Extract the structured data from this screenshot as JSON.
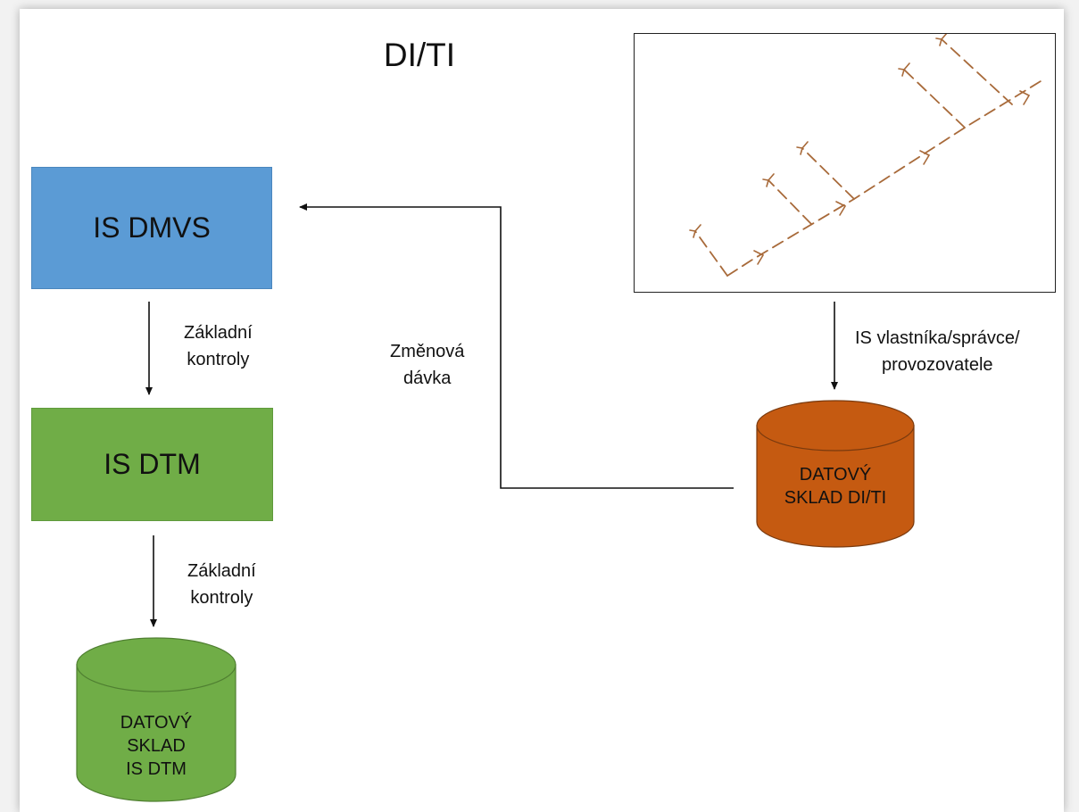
{
  "title": "DI/TI",
  "is_dmvs": {
    "label": "IS DMVS",
    "color": "#5b9bd5"
  },
  "is_dtm": {
    "label": "IS DTM",
    "color": "#70ad47"
  },
  "checks_1": {
    "line1": "Základní",
    "line2": "kontroly"
  },
  "checks_2": {
    "line1": "Základní",
    "line2": "kontroly"
  },
  "change_batch": {
    "line1": "Změnová",
    "line2": "dávka"
  },
  "owner_is": {
    "line1": "IS vlastníka/správce/",
    "line2": "provozovatele"
  },
  "warehouse_diti": {
    "line1": "DATOVÝ",
    "line2": "SKLAD DI/TI",
    "color": "#c55a11"
  },
  "warehouse_dtm": {
    "line1": "DATOVÝ",
    "line2": "SKLAD",
    "line3": "IS DTM",
    "color": "#70ad47"
  },
  "network_color": "#a86a3a"
}
